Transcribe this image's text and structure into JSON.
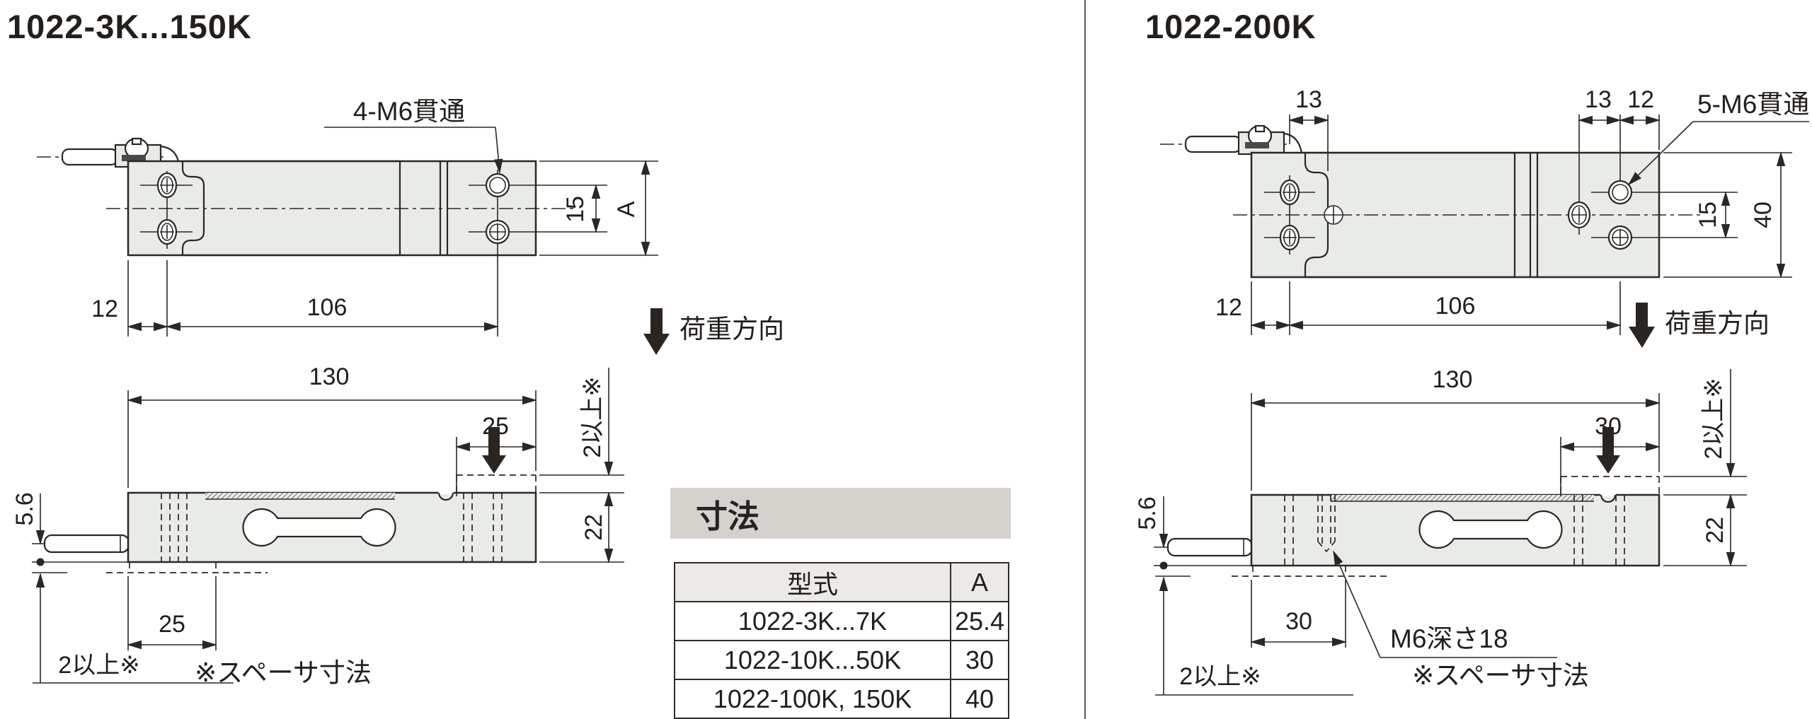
{
  "drawL": {
    "title": "1022-3K...150K",
    "bolt_label": "4-M6貫通",
    "dim12": "12",
    "dim106": "106",
    "dim15": "15",
    "dimA": "A",
    "dim130": "130",
    "dim25top": "25",
    "dim2min_right": "2以上※",
    "dim22": "22",
    "dim56": "5.6",
    "dim25bot": "25",
    "dim2min_bottom": "2以上※"
  },
  "drawR": {
    "title": "1022-200K",
    "bolt_label": "5-M6貫通",
    "tap_label": "M6深さ18",
    "dim13L": "13",
    "dim13": "13",
    "dim12top": "12",
    "dim15": "15",
    "dim40": "40",
    "dim12": "12",
    "dim106": "106",
    "dim130": "130",
    "dim30top": "30",
    "dim2min_right": "2以上※",
    "dim22": "22",
    "dim56": "5.6",
    "dim30bot": "30",
    "dim2min_bottom": "2以上※"
  },
  "load_label": "荷重方向",
  "spacer_note": "※スペーサ寸法",
  "table": {
    "title": "寸法",
    "col_model": "型式",
    "col_a": "A",
    "rows": [
      {
        "model": "1022-3K...7K",
        "a": "25.4"
      },
      {
        "model": "1022-10K...50K",
        "a": "30"
      },
      {
        "model": "1022-100K, 150K",
        "a": "40"
      }
    ]
  },
  "colors": {
    "body_fill": "#e9ebe6",
    "line": "#2b2724",
    "table_bar_bg": "#d5d2ce",
    "table_head_bg": "#eceae7"
  }
}
